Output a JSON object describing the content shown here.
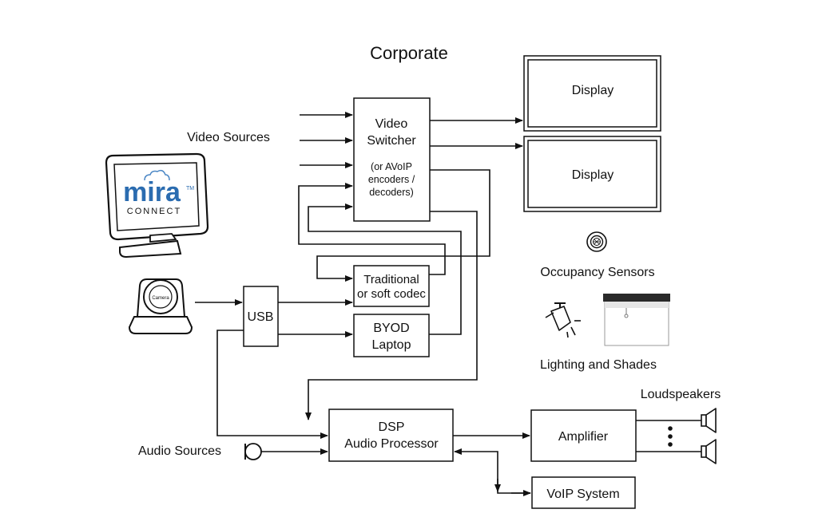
{
  "title": "Corporate",
  "labels": {
    "video_sources": "Video Sources",
    "occupancy_sensors": "Occupancy Sensors",
    "lighting_shades": "Lighting and Shades",
    "loudspeakers": "Loudspeakers",
    "audio_sources": "Audio Sources"
  },
  "nodes": {
    "video_switcher": {
      "line1": "Video",
      "line2": "Switcher",
      "note1": "(or AVoIP",
      "note2": "encoders /",
      "note3": "decoders)"
    },
    "display_top": "Display",
    "display_bottom": "Display",
    "codec": {
      "line1": "Traditional",
      "line2": "or soft codec"
    },
    "byod": {
      "line1": "BYOD",
      "line2": "Laptop"
    },
    "usb": "USB",
    "dsp": {
      "line1": "DSP",
      "line2": "Audio Processor"
    },
    "amplifier": "Amplifier",
    "voip": "VoIP System"
  },
  "logo": {
    "brand": "mira",
    "sub": "CONNECT",
    "mark": "TM",
    "brand_color": "#2b6cb0"
  },
  "camera": "Camera",
  "icons": [
    "display-icon",
    "camera-icon",
    "occupancy-sensor-icon",
    "light-fixture-icon",
    "shade-icon",
    "microphone-icon",
    "speaker-icon"
  ]
}
